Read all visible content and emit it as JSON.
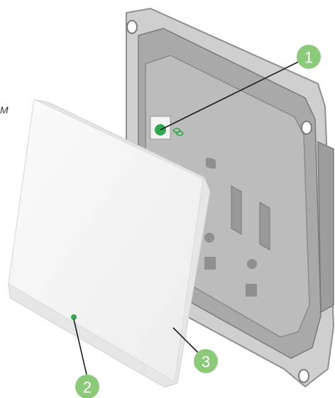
{
  "callouts": [
    {
      "number": "1"
    },
    {
      "number": "2"
    },
    {
      "number": "3"
    }
  ],
  "edge_text": "M",
  "colors": {
    "callout_green": "#8dc97a",
    "led_green": "#2fa84f",
    "plate_white": "#f7f7f7",
    "frame_grey": "#c9c9c9",
    "frame_dark": "#9a9a9a"
  }
}
